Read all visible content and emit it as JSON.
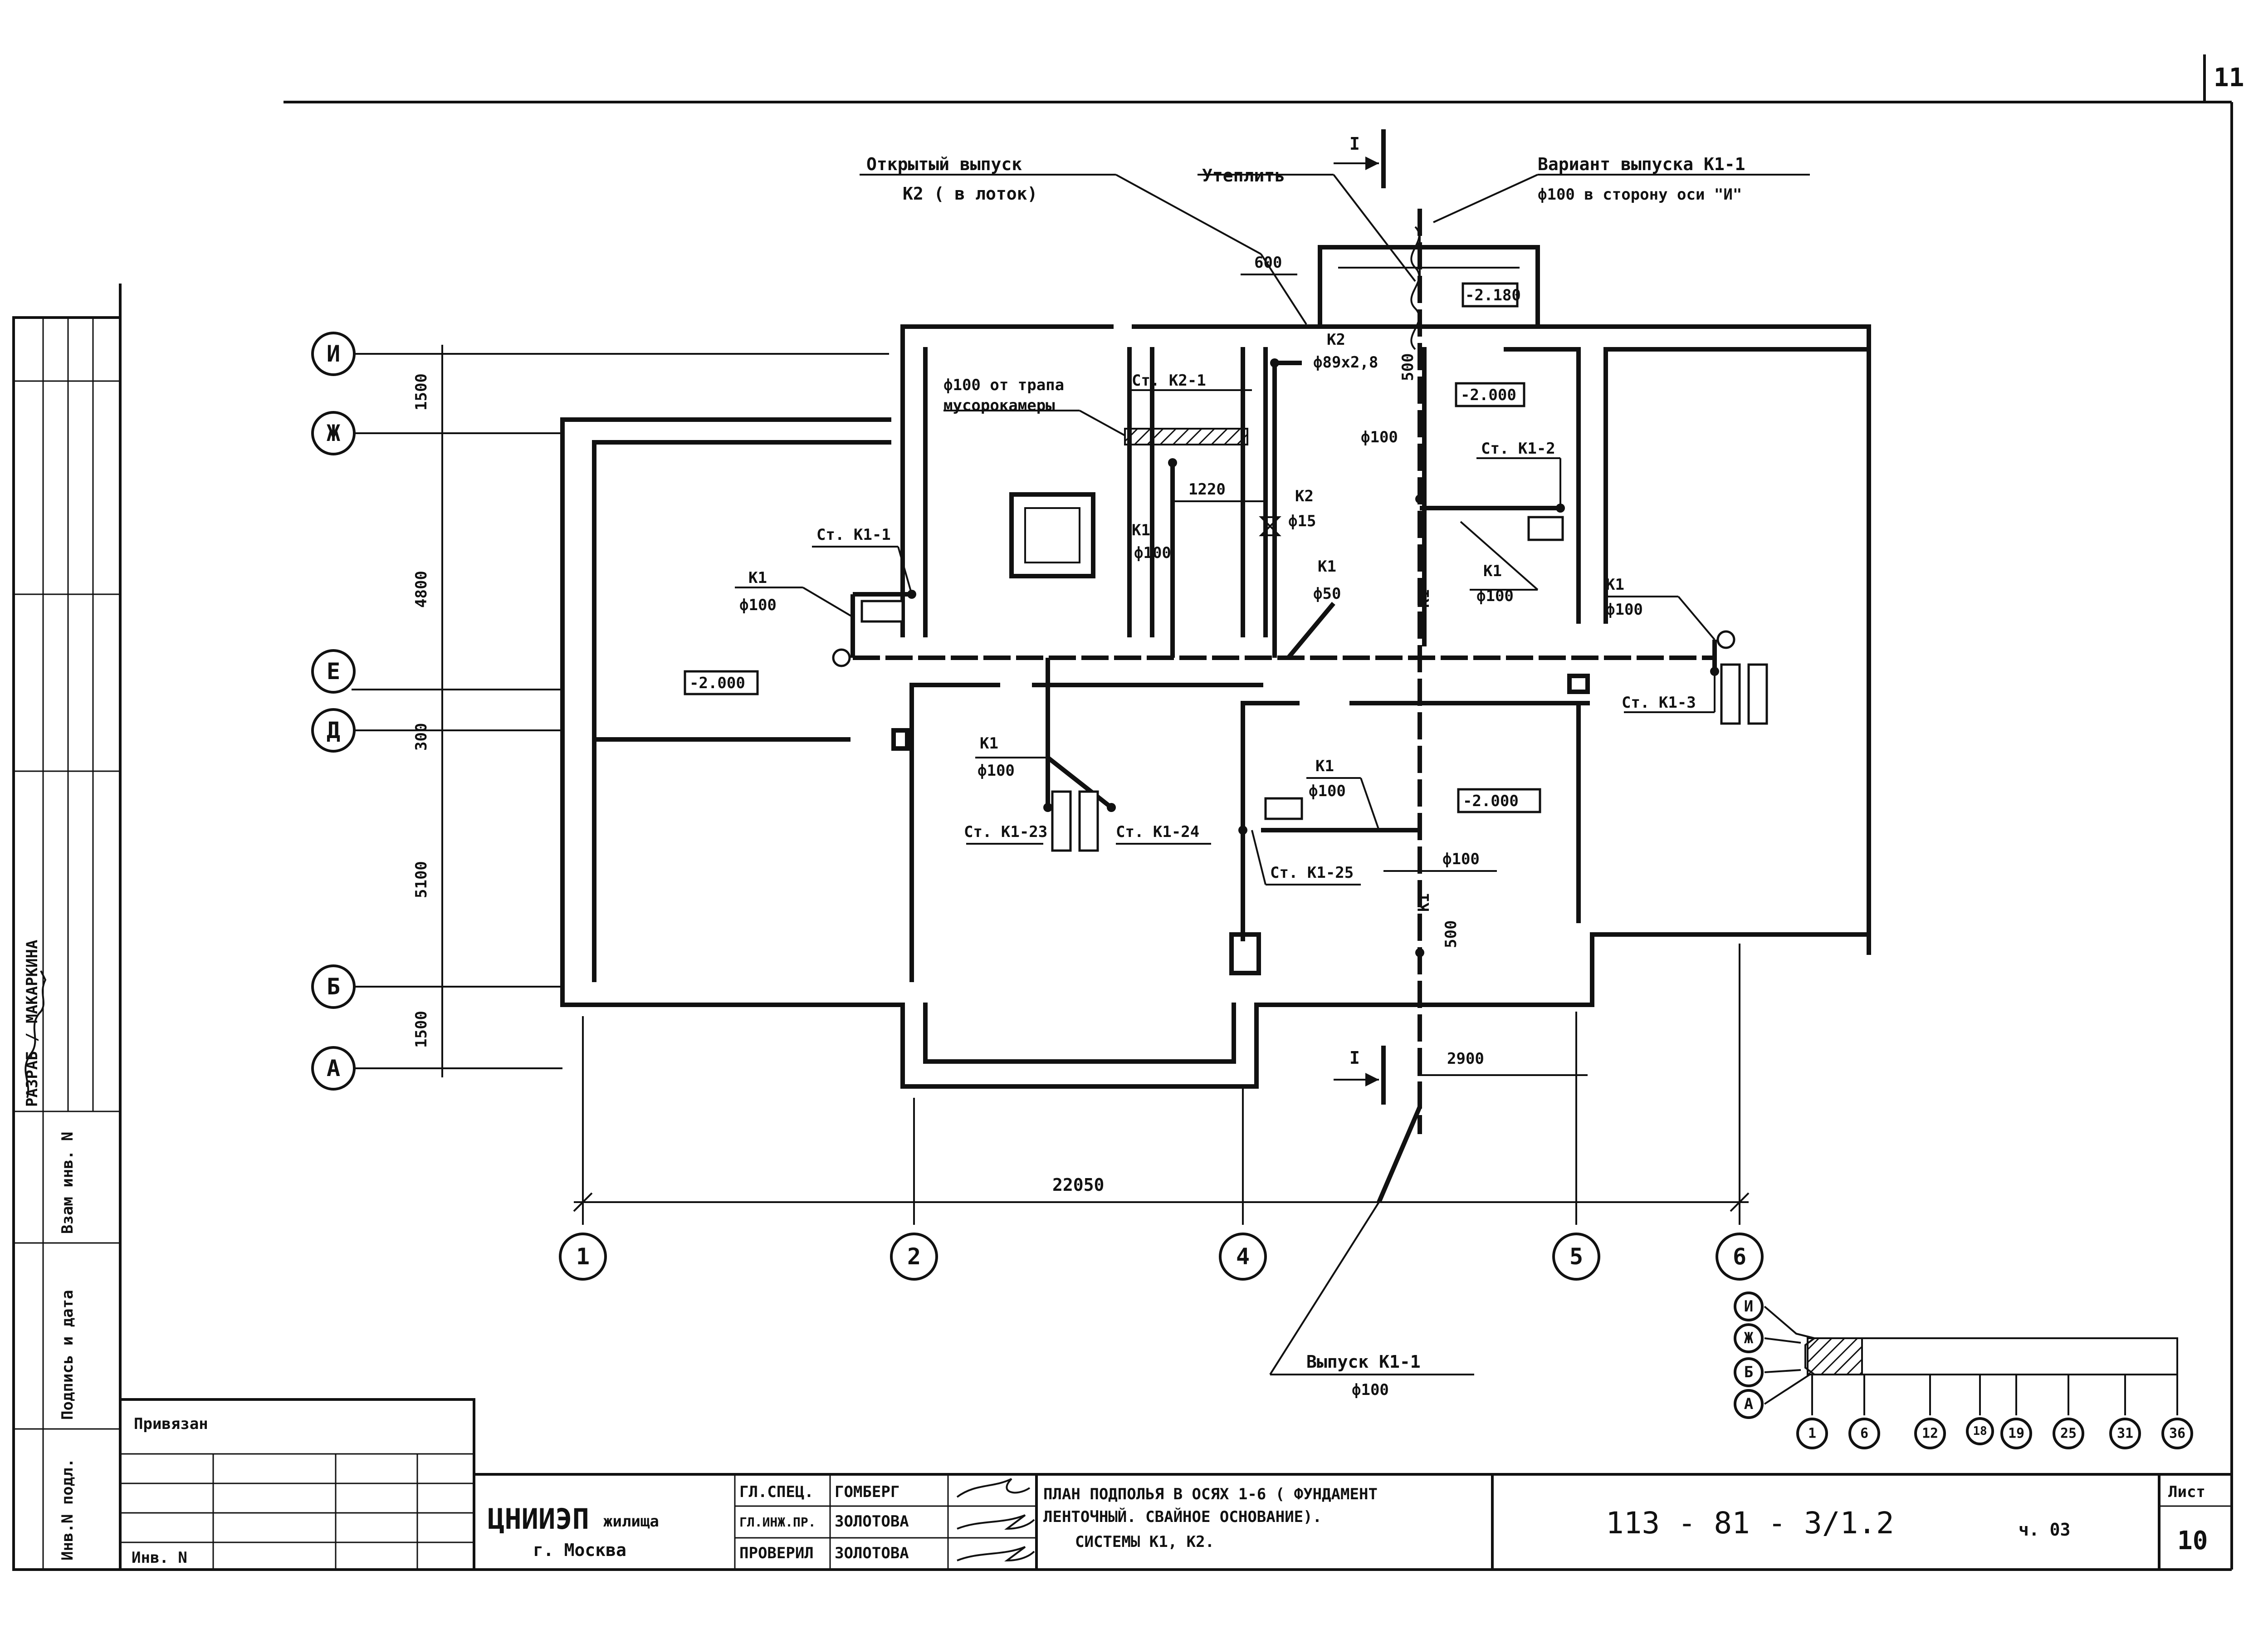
{
  "sheet": {
    "page_number": "11",
    "sheet_label": "Лист",
    "sheet_number": "10",
    "drawing_code": "113 - 81 - 3/1.2",
    "part": "ч. 03"
  },
  "title_block": {
    "org_name": "ЦНИИЭП",
    "org_suffix": "жилища",
    "org_city": "г. Москва",
    "roles": [
      {
        "role": "ГЛ.СПЕЦ.",
        "name": "ГОМБЕРГ"
      },
      {
        "role": "ГЛ.ИНЖ.ПР.",
        "name": "ЗОЛОТОВА"
      },
      {
        "role": "ПРОВЕРИЛ",
        "name": "ЗОЛОТОВА"
      }
    ],
    "description": [
      "ПЛАН ПОДПОЛЬЯ В ОСЯХ 1-6 ( ФУНДАМЕНТ",
      "ЛЕНТОЧНЫЙ. СВАЙНОЕ ОСНОВАНИЕ).",
      "СИСТЕМЫ К1, К2."
    ],
    "tied": "Привязан",
    "inv_no": "Инв. N"
  },
  "side_stamp": {
    "dev": "РАЗРАБ / МАКАРКИНА",
    "inv_podl": "Инв.N подл.",
    "sign_date": "Подпись и дата",
    "vzam": "Взам инв. N"
  },
  "axes": {
    "rows": [
      {
        "label": "И"
      },
      {
        "label": "Ж"
      },
      {
        "label": "Е"
      },
      {
        "label": "Д"
      },
      {
        "label": "Б"
      },
      {
        "label": "А"
      }
    ],
    "cols": [
      {
        "label": "1"
      },
      {
        "label": "2"
      },
      {
        "label": "4"
      },
      {
        "label": "5"
      },
      {
        "label": "6"
      }
    ],
    "row_dims": [
      "1500",
      "4800",
      "300",
      "5100",
      "1500"
    ],
    "overall_dim": "22050",
    "dim_2900": "2900",
    "dim_600": "600",
    "dim_1220": "1220",
    "dim_500a": "500",
    "dim_500b": "500"
  },
  "annotations": {
    "open_outlet_1": "Открытый выпуск",
    "open_outlet_2": "К2 ( в лоток)",
    "insulate": "Утеплить",
    "variant_1": "Вариант выпуска К1-1",
    "variant_2": "ф100 в сторону оси \"И\"",
    "trap_1": "ф100 от трапа",
    "trap_2": "мусорокамеры",
    "outlet_1": "Выпуск К1-1",
    "outlet_2": "ф100",
    "section_mark": "I"
  },
  "elevations": [
    "-2.180",
    "-2.000",
    "-2.000",
    "-2.000"
  ],
  "risers": [
    "Ст. К1-1",
    "Ст. К2-1",
    "Ст. К1-2",
    "Ст. К1-3",
    "Ст. К1-23",
    "Ст. К1-24",
    "Ст. К1-25"
  ],
  "pipe_labels": {
    "k1": "К1",
    "k2": "К2",
    "d100": "ф100",
    "d50": "ф50",
    "d15": "ф15",
    "d89": "ф89х2,8"
  },
  "key_plan": {
    "rows": [
      "И",
      "Ж",
      "Б",
      "А"
    ],
    "cols": [
      "1",
      "6",
      "12",
      "18",
      "19",
      "25",
      "31",
      "36"
    ]
  }
}
